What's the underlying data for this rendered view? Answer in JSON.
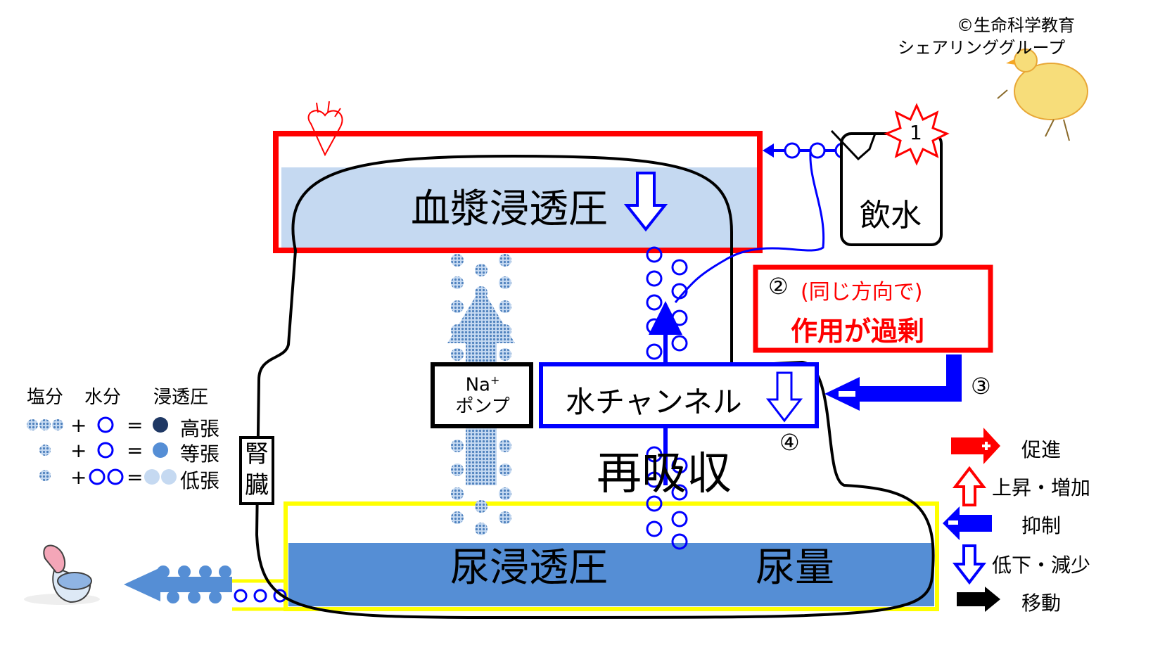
{
  "copyright": {
    "line1": "©生命科学教育",
    "line2": "シェアリンググループ"
  },
  "labels": {
    "plasma_osmolality": "血漿浸透圧",
    "drinking_water": "飲水",
    "marker_1": "1",
    "marker_2": "②",
    "same_direction": "(同じ方向で)",
    "excess_action": "作用が過剰",
    "marker_3": "③",
    "marker_4": "④",
    "na": "Na",
    "na_plus": "+",
    "pump": "ポンプ",
    "water_channel": "水チャンネル",
    "reabsorption": "再吸収",
    "kidney_1": "腎",
    "kidney_2": "臓",
    "urine_osmolality": "尿浸透圧",
    "urine_volume": "尿量"
  },
  "legend_left": {
    "salt": "塩分",
    "water": "水分",
    "osmolality": "浸透圧",
    "plus": "+",
    "equals": "=",
    "high": "高張",
    "iso": "等張",
    "low": "低張"
  },
  "legend_right": {
    "promote": "促進",
    "increase": "上昇・増加",
    "inhibit": "抑制",
    "decrease": "低下・減少",
    "move": "移動"
  },
  "colors": {
    "red": "#ff0000",
    "blue": "#0000ff",
    "plasma_fill": "#c5d9f1",
    "urine_fill": "#558ed5",
    "yellow": "#ffff00",
    "dark_dot": "#1f3864",
    "mid_dot": "#558ed5",
    "light_dot": "#c5d9f1"
  }
}
